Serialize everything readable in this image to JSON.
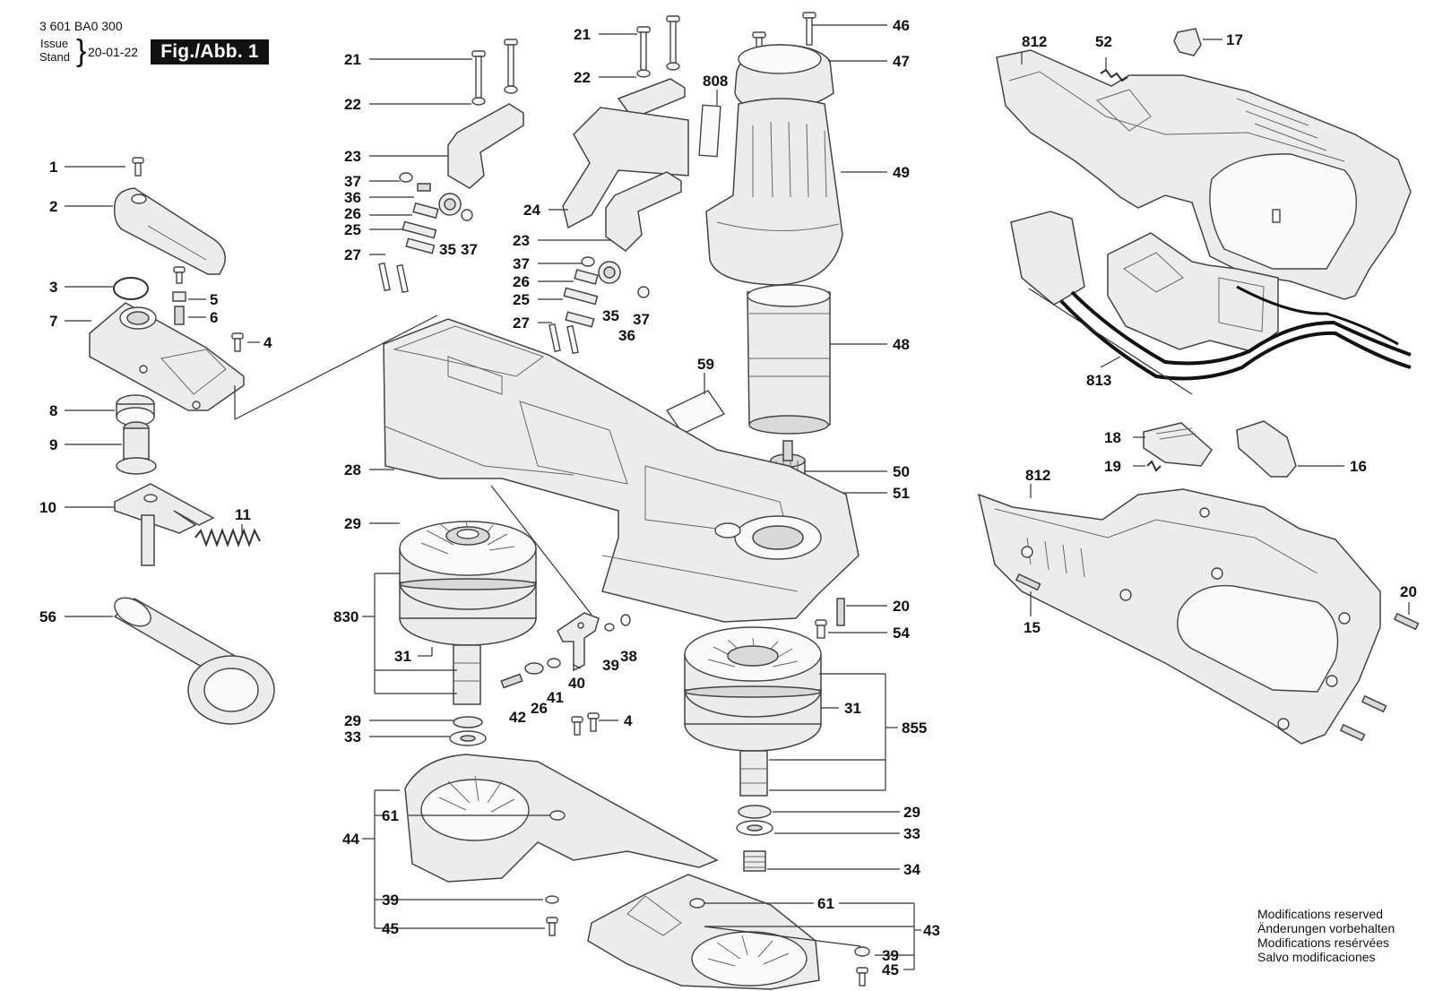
{
  "header": {
    "doc_number": "3 601 BA0 300",
    "issue_label": "Issue",
    "stand_label": "Stand",
    "issue_date": "20-01-22",
    "figure_label": "Fig./Abb. 1"
  },
  "notice": [
    "Modifications reserved",
    "Änderungen vorbehalten",
    "Modifications resérvées",
    "Salvo modificaciones"
  ],
  "callouts": {
    "l1": "1",
    "l2": "2",
    "l3": "3",
    "l4": "4",
    "l5": "5",
    "l6": "6",
    "l7": "7",
    "l8": "8",
    "l9": "9",
    "l10": "10",
    "l11": "11",
    "l56": "56",
    "a21": "21",
    "a22": "22",
    "a23": "23",
    "a37": "37",
    "a36": "36",
    "a26": "26",
    "a25": "25",
    "a27": "27",
    "a35": "35",
    "a37b": "37",
    "b21": "21",
    "b22": "22",
    "b24": "24",
    "b23": "23",
    "b37": "37",
    "b26": "26",
    "b25": "25",
    "b27": "27",
    "b35": "35",
    "b37b": "37",
    "b36": "36",
    "m46": "46",
    "m47": "47",
    "m808": "808",
    "m49": "49",
    "m48": "48",
    "m59": "59",
    "m50": "50",
    "m51": "51",
    "m20": "20",
    "m54": "54",
    "c28": "28",
    "c29": "29",
    "c830": "830",
    "c31": "31",
    "c29b": "29",
    "c33": "33",
    "c44": "44",
    "c61": "61",
    "c39": "39",
    "c45": "45",
    "d40": "40",
    "d39": "39",
    "d38": "38",
    "d42": "42",
    "d26": "26",
    "d41": "41",
    "d4": "4",
    "e31": "31",
    "e855": "855",
    "e29": "29",
    "e33": "33",
    "e34": "34",
    "e61": "61",
    "e43": "43",
    "e39": "39",
    "e45": "45",
    "r812": "812",
    "r52": "52",
    "r17": "17",
    "r813": "813",
    "r18": "18",
    "r19": "19",
    "r16": "16",
    "r812b": "812",
    "r15": "15",
    "r20": "20"
  }
}
